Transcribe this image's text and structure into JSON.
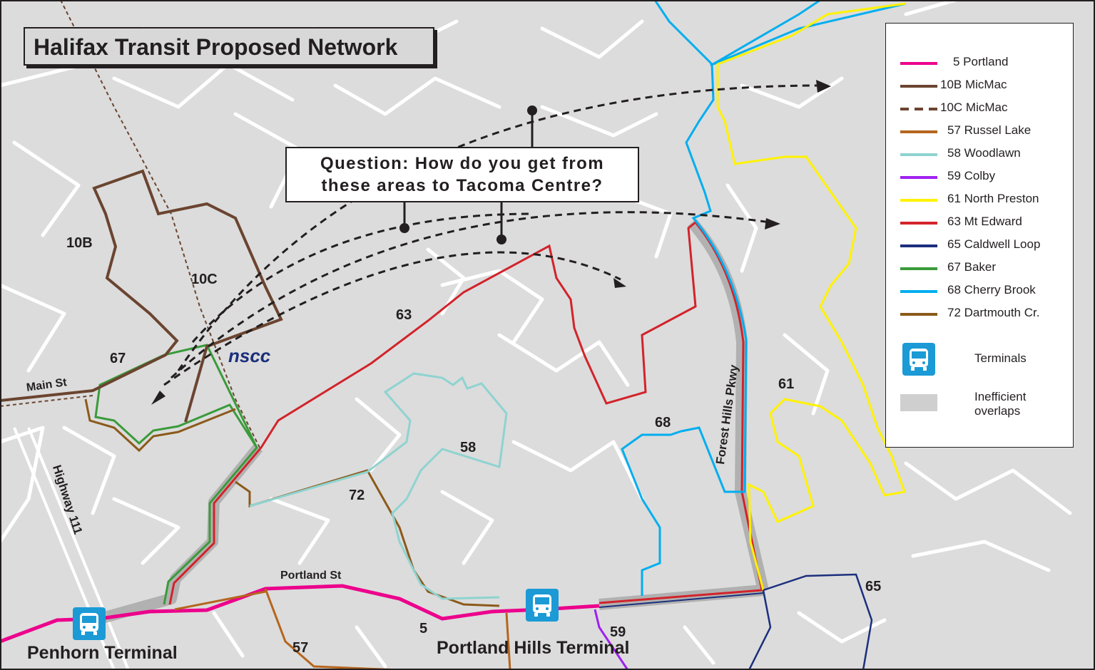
{
  "title": "Halifax Transit Proposed Network",
  "question": {
    "line1": "Question: How do you get from",
    "line2": "these areas to Tacoma Centre?"
  },
  "legend": {
    "routes": [
      {
        "label": "5 Portland",
        "color": "#ec008c",
        "style": "solid"
      },
      {
        "label": "10B MicMac",
        "color": "#6b4430",
        "style": "solid"
      },
      {
        "label": "10C MicMac",
        "color": "#6b4430",
        "style": "dashed"
      },
      {
        "label": "57 Russel Lake",
        "color": "#b5651d",
        "style": "solid"
      },
      {
        "label": "58 Woodlawn",
        "color": "#8fd3d0",
        "style": "solid"
      },
      {
        "label": "59 Colby",
        "color": "#a020f0",
        "style": "solid"
      },
      {
        "label": "61 North Preston",
        "color": "#fff200",
        "style": "solid"
      },
      {
        "label": "63 Mt Edward",
        "color": "#d2232a",
        "style": "solid"
      },
      {
        "label": "65 Caldwell Loop",
        "color": "#1b2f7d",
        "style": "solid"
      },
      {
        "label": "67 Baker",
        "color": "#3a9b3a",
        "style": "solid"
      },
      {
        "label": "68 Cherry Brook",
        "color": "#00aeef",
        "style": "solid"
      },
      {
        "label": "72 Dartmouth Cr.",
        "color": "#8b5a1a",
        "style": "solid"
      }
    ],
    "terminals_label": "Terminals",
    "overlaps_label_1": "Inefficient",
    "overlaps_label_2": "overlaps"
  },
  "map_labels": {
    "r10b": "10B",
    "r10c": "10C",
    "r67": "67",
    "r63": "63",
    "r58": "58",
    "r72": "72",
    "r68": "68",
    "r61": "61",
    "r65": "65",
    "r5": "5",
    "r57": "57",
    "r59": "59",
    "nscc": "nscc",
    "main_st": "Main St",
    "highway_111": "Highway 111",
    "portland_st": "Portland St",
    "forest_hills": "Forest Hills Pkwy",
    "penhorn": "Penhorn Terminal",
    "portland_hills": "Portland Hills Terminal"
  },
  "colors": {
    "background": "#dcdcdc",
    "streets": "#ffffff",
    "terminal_blue": "#1b9ad6",
    "overlap_gray": "#a9a9a9"
  }
}
